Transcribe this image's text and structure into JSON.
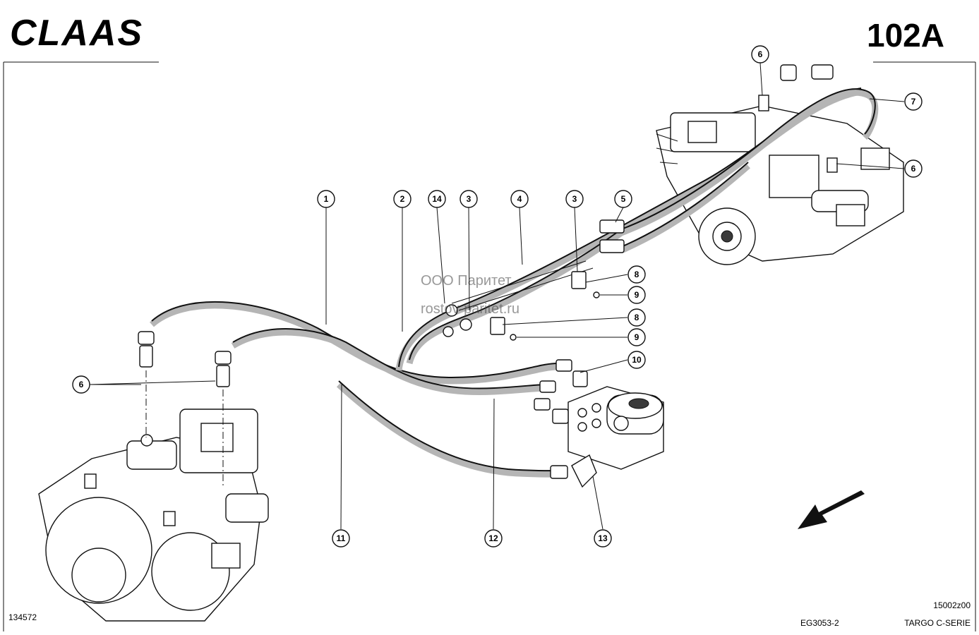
{
  "header": {
    "logo": "CLAAS",
    "page_number": "102A"
  },
  "watermark": {
    "line1": "ООО Паритет",
    "line2": "rostov-paritet.ru"
  },
  "footer": {
    "image_number": "134572",
    "drawing_ref": "EG3053-2",
    "series_code": "15002z00",
    "series_name": "TARGO C-SERIE"
  },
  "callouts": [
    {
      "id": "c1",
      "label": "1"
    },
    {
      "id": "c2",
      "label": "2"
    },
    {
      "id": "c14",
      "label": "14"
    },
    {
      "id": "c3a",
      "label": "3"
    },
    {
      "id": "c4",
      "label": "4"
    },
    {
      "id": "c3b",
      "label": "3"
    },
    {
      "id": "c5",
      "label": "5"
    },
    {
      "id": "c6a",
      "label": "6"
    },
    {
      "id": "c7",
      "label": "7"
    },
    {
      "id": "c6b",
      "label": "6"
    },
    {
      "id": "c8a",
      "label": "8"
    },
    {
      "id": "c9a",
      "label": "9"
    },
    {
      "id": "c8b",
      "label": "8"
    },
    {
      "id": "c9b",
      "label": "9"
    },
    {
      "id": "c10",
      "label": "10"
    },
    {
      "id": "c6c",
      "label": "6"
    },
    {
      "id": "c11",
      "label": "11"
    },
    {
      "id": "c12",
      "label": "12"
    },
    {
      "id": "c13",
      "label": "13"
    }
  ]
}
